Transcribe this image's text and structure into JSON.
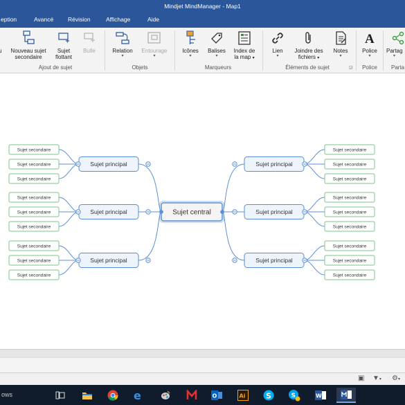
{
  "window": {
    "title": "Mindjet MindManager - Map1"
  },
  "tabs": [
    "eption",
    "Avancé",
    "Révision",
    "Affichage",
    "Aide"
  ],
  "ribbon": {
    "groups": {
      "subject": "Ajout de sujet",
      "objects": "Objets",
      "markers": "Marqueurs",
      "elements": "Éléments de sujet",
      "font": "Police",
      "share": "Parta"
    },
    "buttons": {
      "cut_left": "u",
      "new_subtopic": [
        "Nouveau sujet",
        "secondaire"
      ],
      "floating_topic": [
        "Sujet",
        "flottant"
      ],
      "callout": "Bulle",
      "relation": "Relation",
      "boundary": "Entourage",
      "icons": "Icônes",
      "tags": "Balises",
      "map_index": [
        "Index de",
        "la map"
      ],
      "link": "Lien",
      "attach": [
        "Joindre des",
        "fichiers"
      ],
      "notes": "Notes",
      "font": "Police",
      "share": "Partag"
    }
  },
  "map": {
    "central": "Sujet central",
    "main_topic": "Sujet principal",
    "subtopic": "Sujet secondaire"
  },
  "taskbar": {
    "search": "ows"
  },
  "colors": {
    "title_bar": "#2b579a",
    "topic_fill": "#eef4fb",
    "topic_border": "#5a8ed0",
    "subtopic_border": "#7cc487",
    "connector": "#5b8fd4",
    "taskbar": "#101c2c"
  }
}
